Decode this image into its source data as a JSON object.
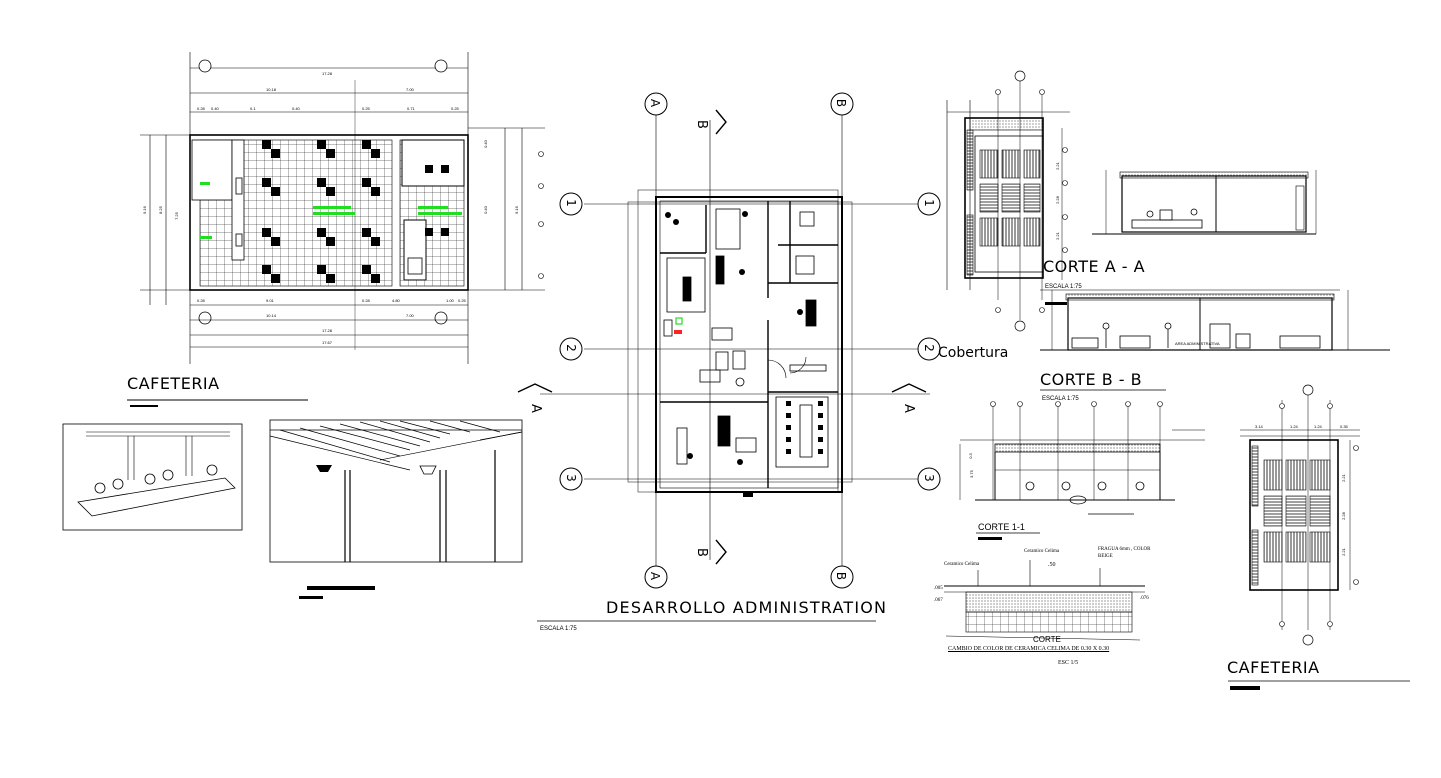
{
  "drawing": {
    "titles": {
      "cafeteria_plan": "CAFETERIA",
      "admin_plan": "DESARROLLO  ADMINISTRATION",
      "corte_aa": "CORTE A - A",
      "corte_bb": "CORTE B - B",
      "corte_11": "CORTE  1-1",
      "cobertura": "Cobertura",
      "cafeteria_elevation": "CAFETERIA",
      "corte_detail": "CORTE",
      "detail_caption": "CAMBIO DE COLOR DE CERAMICA CELIMA DE 0.30 X 0.30"
    },
    "scales": {
      "admin": "ESCALA  1:75",
      "corte_aa": "ESCALA  1:75",
      "corte_bb": "ESCALA  1:75",
      "detail": "ESC 1/5"
    },
    "detail_notes": {
      "ceramic_left": "Ceramico Celima",
      "ceramic_center": "Ceramico Celima",
      "fragua": "FRAGUA 6mm , COLOR",
      "beige": "BEIGE",
      "dim_50": ".50",
      "dim_005": ".005",
      "dim_067": ".067",
      "dim_076": ".076"
    },
    "section_note": "AREA ADMINISTRATIVA",
    "grid_axes": {
      "columns": [
        "A",
        "B"
      ],
      "rows": [
        "1",
        "2",
        "3"
      ]
    },
    "cafeteria_dimensions": {
      "top_total": "17.28",
      "top_left": "10.18",
      "top_right": "7.00",
      "top_parts": [
        "0.28",
        "0.40",
        "0.1",
        "0.40",
        "0.25",
        "0.71",
        "0.25"
      ],
      "bottom_total": "17.28",
      "bottom_total_outer": "17.67",
      "bottom_left": "10.14",
      "bottom_right": "7.00",
      "bottom_parts": [
        "0.28",
        "9.01",
        "0.28",
        "4.80",
        "1.00",
        "0.25"
      ],
      "left_dims": [
        "9.16",
        "8.25",
        "7.25"
      ],
      "right_dims": [
        "9.16",
        "0.40",
        "0.40"
      ]
    },
    "elevation_dimensions": {
      "top": [
        "3.14",
        "1.24",
        "1.24",
        "0.35"
      ],
      "side": [
        "2.21",
        "2.28",
        "2.21"
      ],
      "corte_aa_side": [
        "2.21",
        "2.28",
        "2.21"
      ],
      "corte_11_side": [
        "3.75",
        "0.3"
      ]
    },
    "colors": {
      "ink": "#000000",
      "highlight_green": "#22dd22",
      "highlight_red": "#ff2222",
      "paper": "#ffffff"
    }
  }
}
